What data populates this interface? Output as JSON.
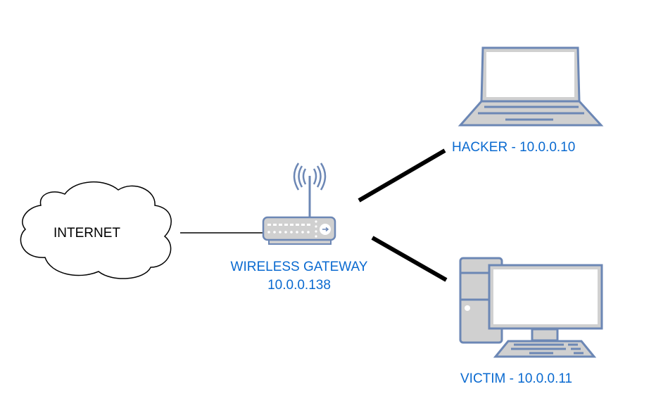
{
  "diagram": {
    "type": "network-topology",
    "colors": {
      "label_blue": "#0a6ad0",
      "icon_stroke": "#6c87b5",
      "icon_fill": "#d0d0d0",
      "connector": "#000000"
    },
    "nodes": {
      "internet": {
        "label": "INTERNET",
        "icon": "cloud-icon"
      },
      "gateway": {
        "label_line1": "WIRELESS GATEWAY",
        "label_line2": "10.0.0.138",
        "icon": "wireless-router-icon"
      },
      "hacker": {
        "label": "HACKER - 10.0.0.10",
        "icon": "laptop-icon"
      },
      "victim": {
        "label": "VICTIM - 10.0.0.11",
        "icon": "desktop-computer-icon"
      }
    },
    "edges": [
      {
        "from": "internet",
        "to": "gateway",
        "style": "thin"
      },
      {
        "from": "gateway",
        "to": "hacker",
        "style": "thick"
      },
      {
        "from": "gateway",
        "to": "victim",
        "style": "thick"
      }
    ]
  }
}
